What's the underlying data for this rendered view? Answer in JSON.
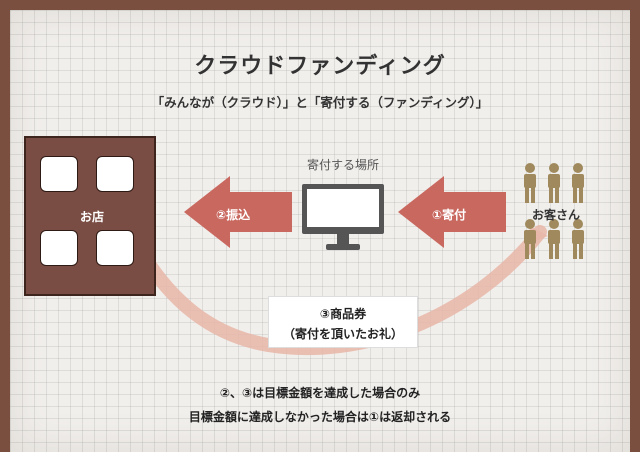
{
  "title": "クラウドファンディング",
  "subtitle": "「みんなが（クラウド）」と「寄付する（ファンディング）」",
  "store": {
    "label": "お店"
  },
  "funding_place": {
    "label": "寄付する場所"
  },
  "customers": {
    "label": "お客さん"
  },
  "arrows": {
    "donate": "①寄付",
    "transfer": "②振込"
  },
  "voucher": {
    "line1": "③商品券",
    "line2": "（寄付を頂いたお礼）"
  },
  "notes": {
    "line1": "②、③は目標金額を達成した場合のみ",
    "line2": "目標金額に達成しなかった場合は①は返却される"
  },
  "colors": {
    "store": "#7a4d44",
    "arrow": "#c9685f",
    "person": "#a0895c",
    "monitor": "#5a5a5a"
  }
}
